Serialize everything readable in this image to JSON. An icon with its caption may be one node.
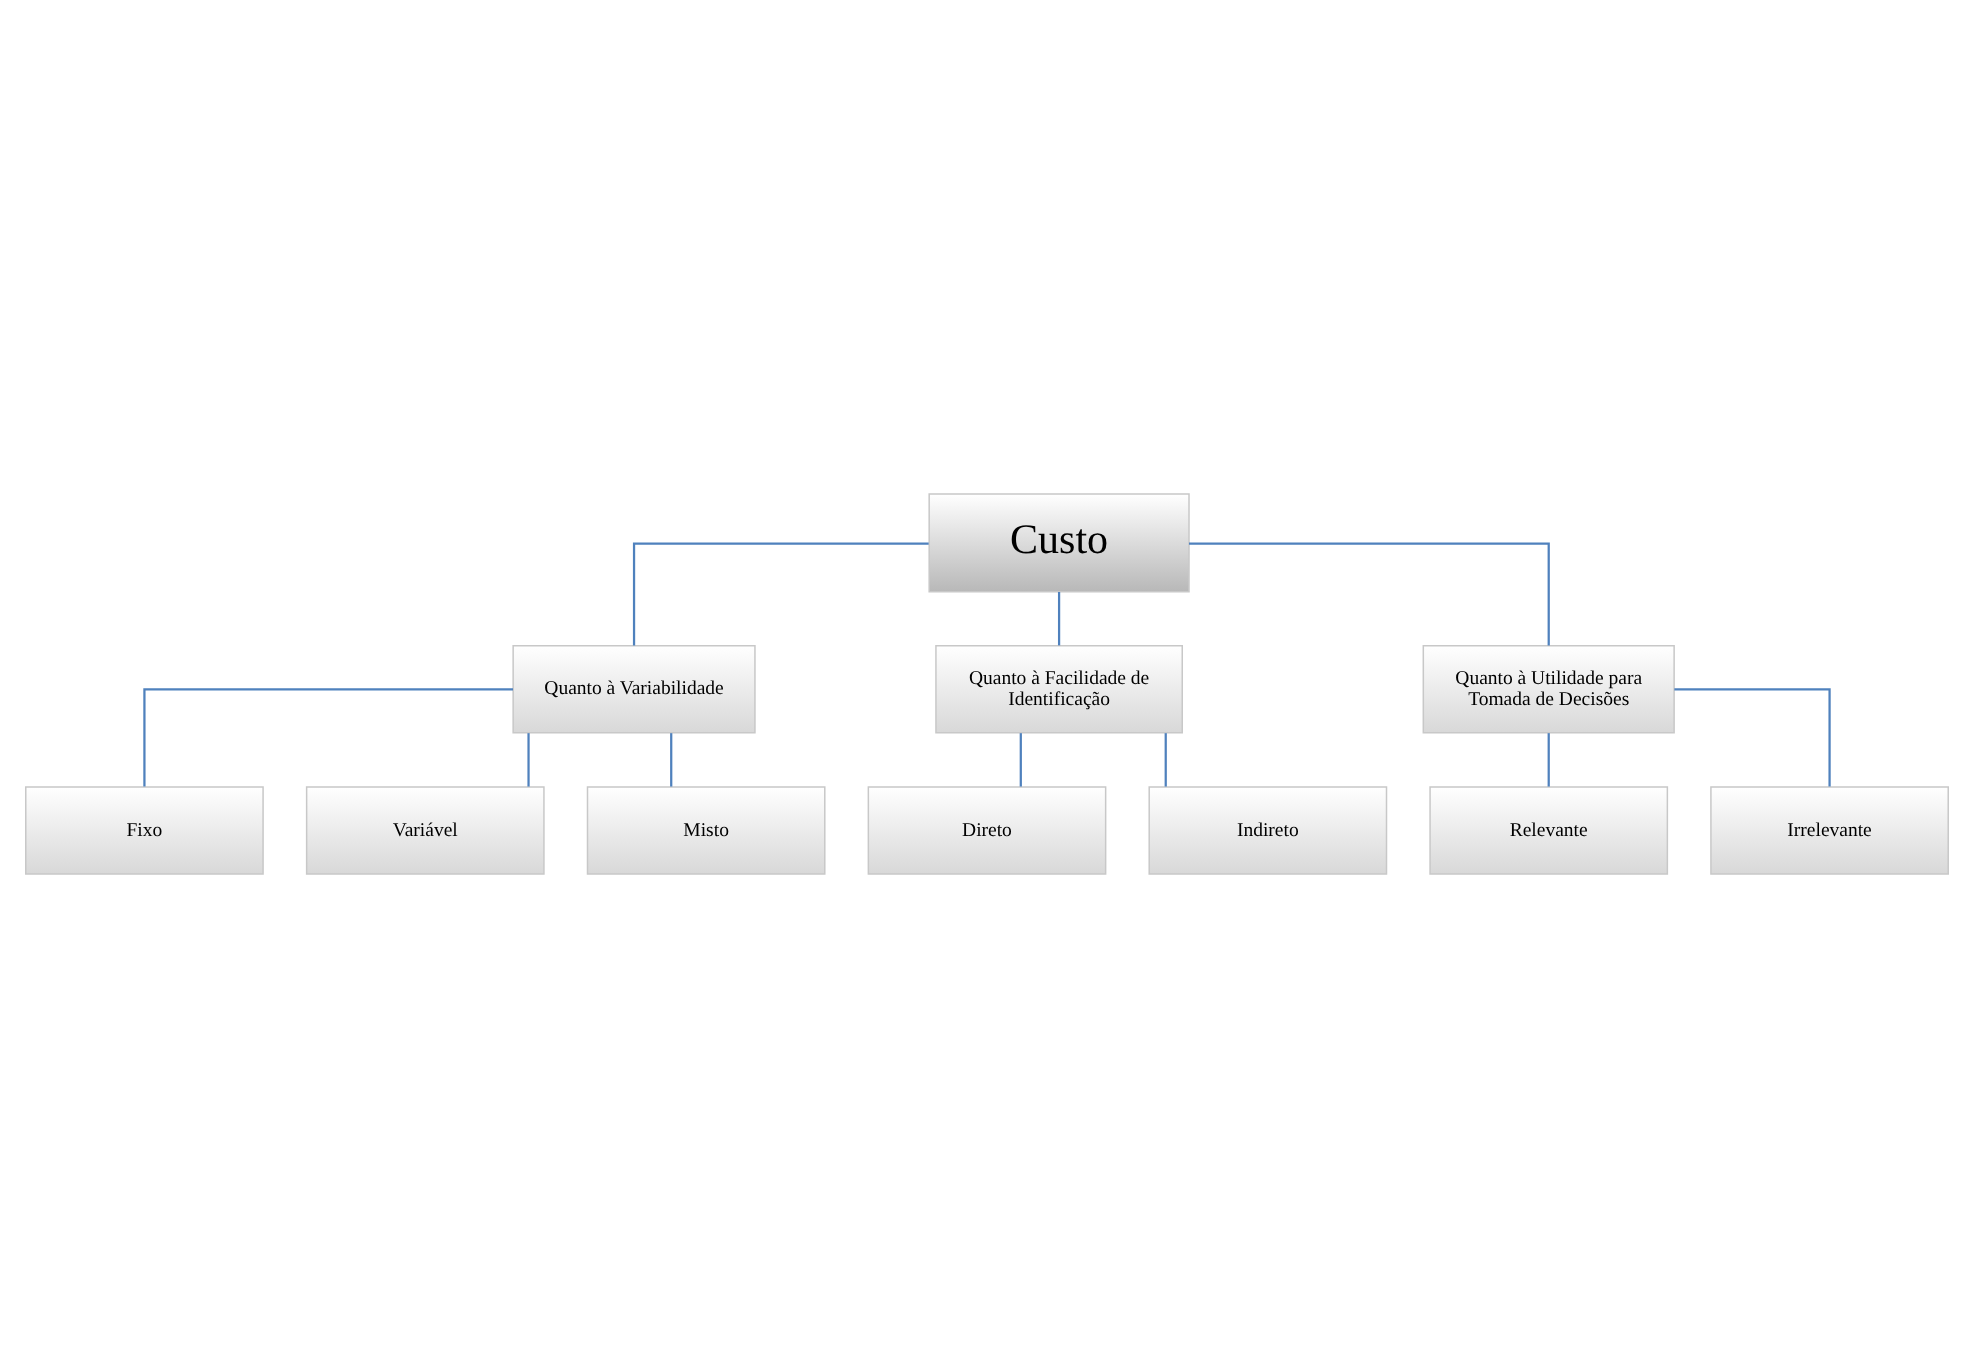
{
  "diagram": {
    "nodes": [
      {
        "text": [
          "Custo"
        ]
      },
      {
        "text": [
          "Quanto à Variabilidade"
        ]
      },
      {
        "text": [
          "Quanto à Facilidade de Identificação"
        ]
      },
      {
        "text": [
          "Quanto à Utilidade para Tomada de Decisões"
        ]
      },
      {
        "text": [
          "Fixo"
        ]
      },
      {
        "text": [
          "Variável"
        ]
      },
      {
        "text": [
          "Misto"
        ]
      },
      {
        "text": [
          "Direto"
        ]
      },
      {
        "text": [
          "Indireto"
        ]
      },
      {
        "text": [
          "Relevante"
        ]
      },
      {
        "text": [
          "Irrelevante"
        ]
      }
    ],
    "edges": [
      {
        "from": 0,
        "to": 1,
        "arrow": "none"
      },
      {
        "from": 0,
        "to": 2,
        "arrow": "none"
      },
      {
        "from": 0,
        "to": 3,
        "arrow": "none"
      },
      {
        "from": 1,
        "to": 4,
        "arrow": "none"
      },
      {
        "from": 1,
        "to": 5,
        "arrow": "none"
      },
      {
        "from": 1,
        "to": 6,
        "arrow": "none"
      },
      {
        "from": 2,
        "to": 7,
        "arrow": "none"
      },
      {
        "from": 2,
        "to": 8,
        "arrow": "none"
      },
      {
        "from": 3,
        "to": 9,
        "arrow": "none"
      },
      {
        "from": 3,
        "to": 10,
        "arrow": "none"
      }
    ]
  }
}
